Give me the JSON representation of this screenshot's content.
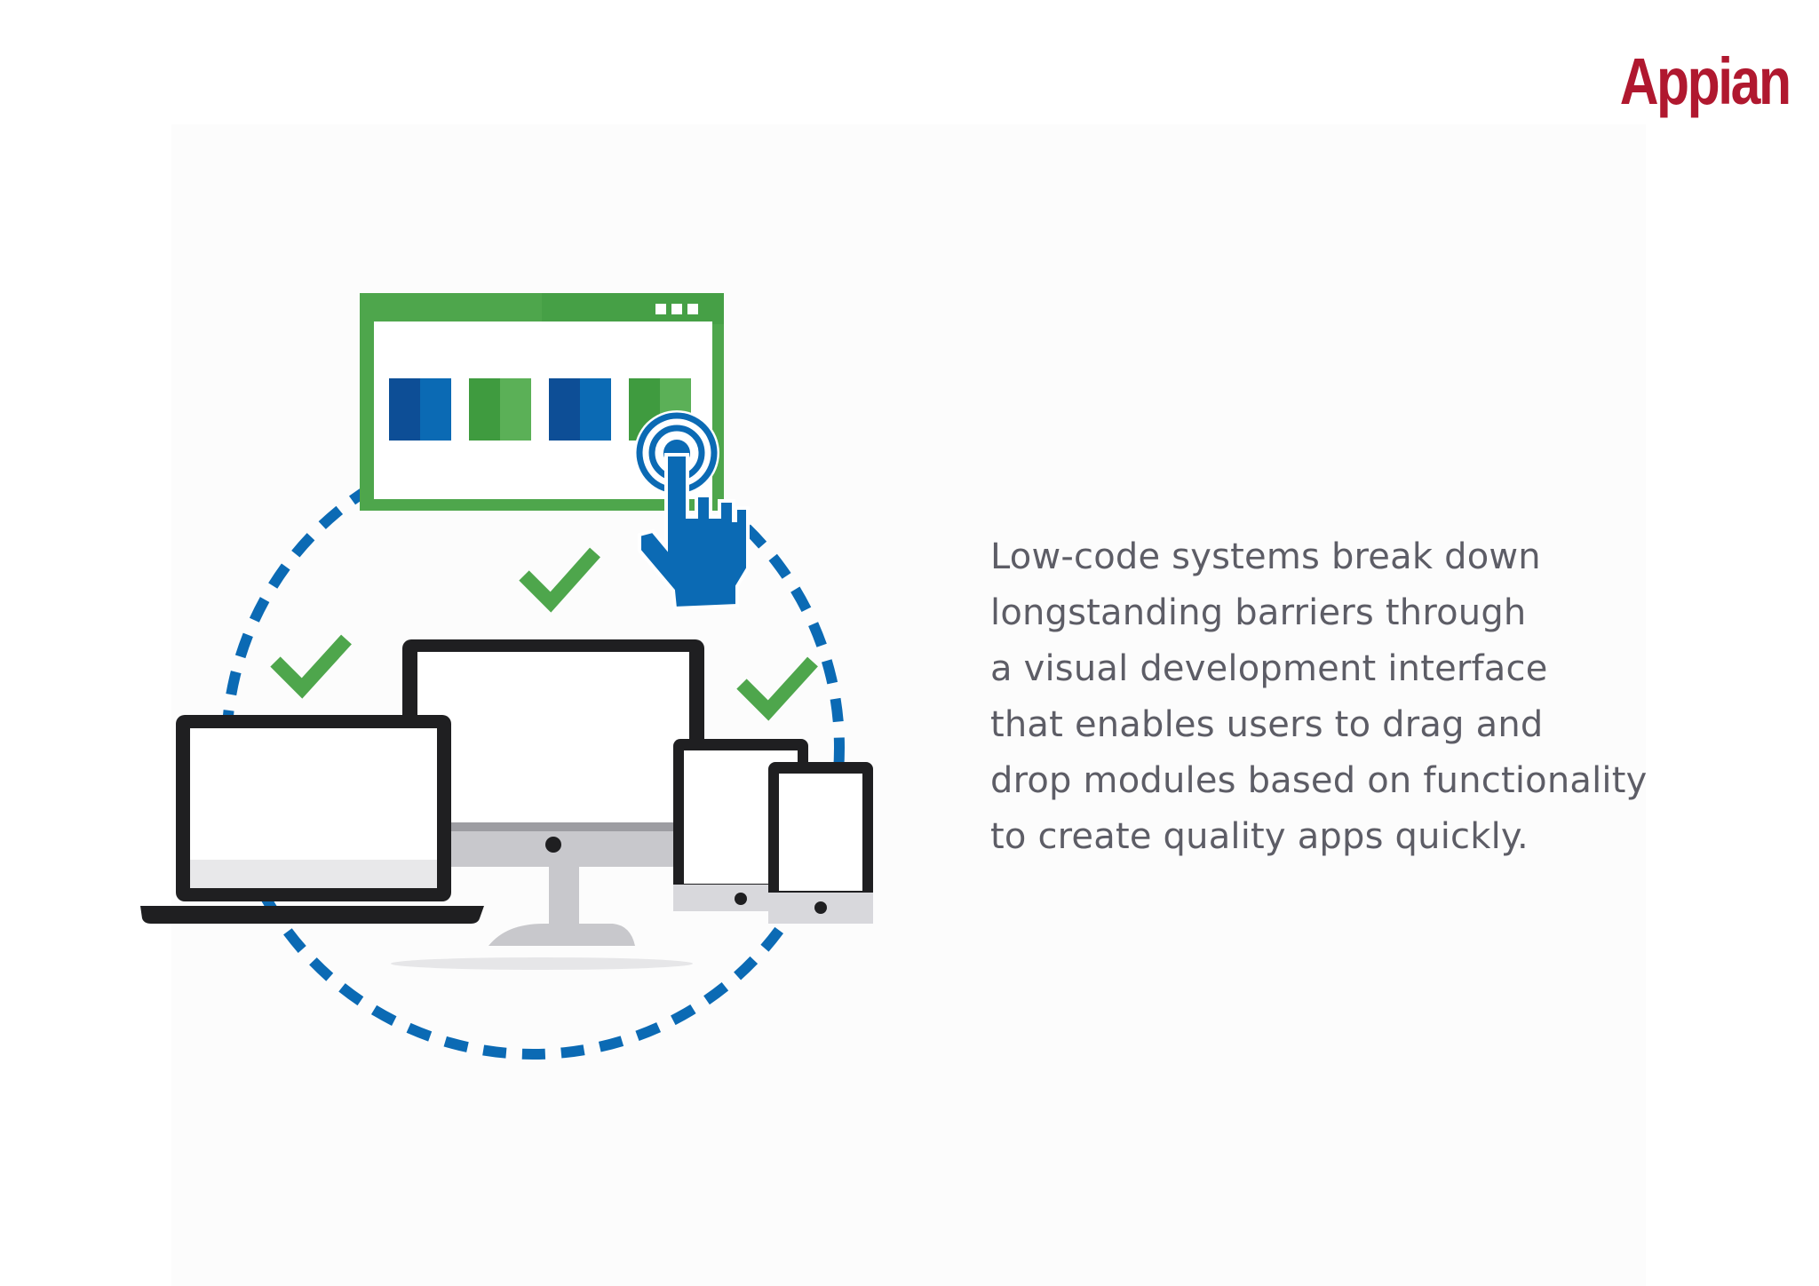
{
  "brand": {
    "name": "Appian",
    "color": "#b0182f"
  },
  "illustration": {
    "icons": [
      "browser-window-icon",
      "tap-hand-icon",
      "checkmark-icon",
      "laptop-icon",
      "desktop-monitor-icon",
      "tablet-icon",
      "phone-icon",
      "dashed-circle"
    ],
    "colors": {
      "green": "#4ea64c",
      "green_light": "#6cb866",
      "blue": "#0b6ab4",
      "blue_dark": "#0d4e96",
      "device_dark": "#1f1f21",
      "device_gray": "#c8c8cc"
    }
  },
  "description": {
    "lines": [
      "Low-code systems break down",
      "longstanding barriers through",
      "a visual development interface",
      "that enables users to drag and",
      "drop modules based on functionality",
      "to create quality apps quickly."
    ],
    "color": "#5d5d66"
  }
}
